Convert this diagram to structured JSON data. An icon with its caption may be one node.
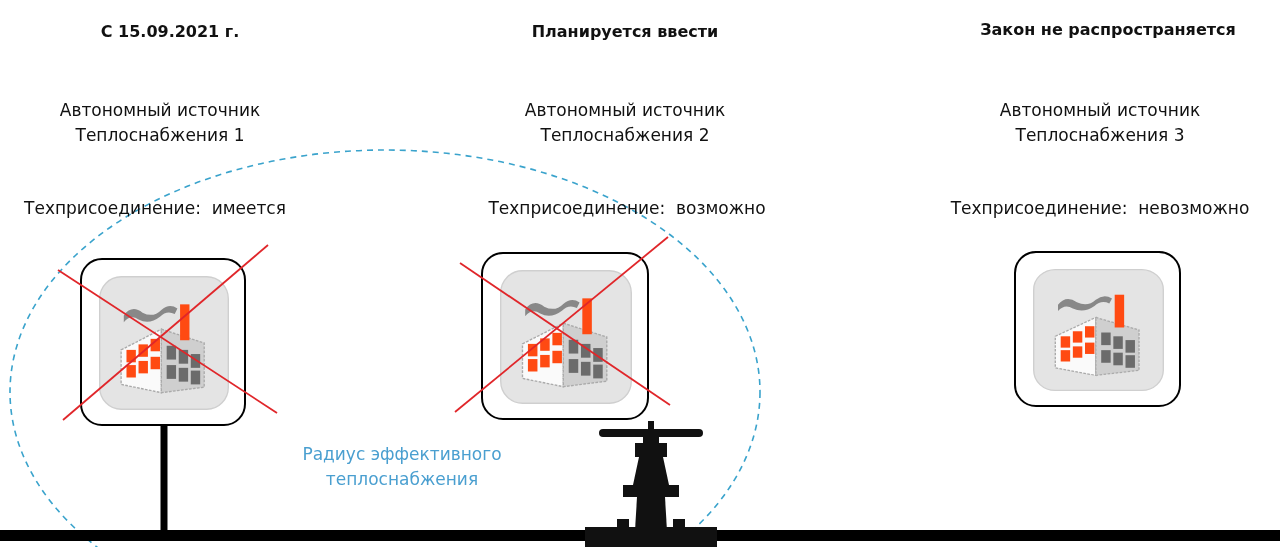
{
  "diagram": {
    "nodes": [
      {
        "text": [],
        "shape": "picture"
      },
      {
        "text": [],
        "shape": "picture"
      },
      {
        "text": [],
        "shape": "picture"
      },
      {
        "text": [],
        "shape": "bar"
      },
      {
        "text": [],
        "shape": "picture"
      }
    ],
    "edges": [
      {
        "from": 0,
        "to": 3,
        "arrow": "none"
      }
    ],
    "labels": [
      "С 15.09.2021 г.",
      "Планируется ввести",
      "Закон не распространяется",
      "Автономный источник Теплоснабжения 1",
      "Автономный источник Теплоснабжения 2",
      "Автономный источник Теплоснабжения 3",
      "Техприсоединение:  имеется",
      "Техприсоединение:  возможно",
      "Техприсоединение:  невозможно",
      "Радиус эффективного теплоснабжения"
    ]
  }
}
